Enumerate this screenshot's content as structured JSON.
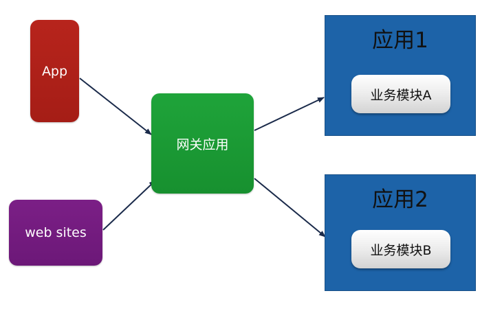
{
  "diagram": {
    "clients": {
      "app": "App",
      "web_sites": "web sites"
    },
    "gateway": "网关应用",
    "applications": [
      {
        "title": "应用1",
        "module": "业务模块A"
      },
      {
        "title": "应用2",
        "module": "业务模块B"
      }
    ],
    "colors": {
      "app_client": "#b7241c",
      "web_client": "#7b1f86",
      "gateway": "#1fa43a",
      "application_box": "#1d63a8",
      "module": "#e8e8e8",
      "arrow": "#1a2a4a"
    }
  }
}
